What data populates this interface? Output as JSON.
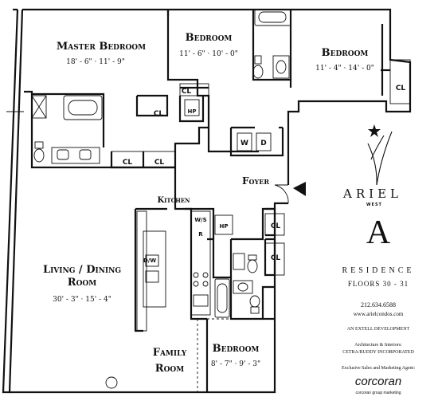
{
  "rooms": {
    "master_bedroom": {
      "name": "Master Bedroom",
      "dims": "18' - 6\" · 11' - 9\""
    },
    "bedroom_1": {
      "name": "Bedroom",
      "dims": "11' - 6\" · 10' - 0\""
    },
    "bedroom_2": {
      "name": "Bedroom",
      "dims": "11' - 4\" · 14' - 0\""
    },
    "living_dining_line1": "Living / Dining",
    "living_dining_line2": "Room",
    "living_dining_dims": "30' - 3\" · 15' - 4\"",
    "kitchen": "Kitchen",
    "foyer": "Foyer",
    "family_room_line1": "Family",
    "family_room_line2": "Room",
    "bedroom_3": {
      "name": "Bedroom",
      "dims": "8' - 7\" · 9' - 3\""
    }
  },
  "fixtures": {
    "closet": "CL",
    "heat_pump": "HP",
    "washer": "W",
    "dryer": "D",
    "wine_storage": "W/S",
    "refrigerator": "R",
    "dishwasher": "D/W"
  },
  "branding": {
    "logo_name": "ARIEL",
    "logo_sub": "WEST",
    "unit_letter": "A",
    "residence": "RESIDENCE",
    "floors": "FLOORS 30 - 31",
    "phone": "212.634.6588",
    "website": "www.arielcondos.com",
    "developer": "AN EXTELL DEVELOPMENT",
    "architect_line1": "Architecture & Interiors:",
    "architect_line2": "CETRA/RUDDY INCORPORATED",
    "agent": "Exclusive Sales and Marketing Agent:",
    "agency": "corcoran",
    "agency_sub": "corcoran group marketing"
  },
  "colors": {
    "wall": "#111111",
    "paper": "#ffffff"
  }
}
